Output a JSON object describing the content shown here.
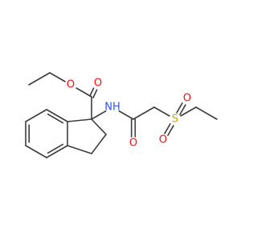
{
  "molecule": {
    "atoms": [
      {
        "id": "a_ch3_ester",
        "element": "C",
        "label": ""
      },
      {
        "id": "a_ch2_ester",
        "element": "C",
        "label": ""
      },
      {
        "id": "a_o_ether",
        "element": "O",
        "label": "O"
      },
      {
        "id": "a_c_carbonyl_ester",
        "element": "C",
        "label": ""
      },
      {
        "id": "a_o_carbonyl_ester",
        "element": "O",
        "label": "O"
      },
      {
        "id": "a_c1_quaternary",
        "element": "C",
        "label": ""
      },
      {
        "id": "a_n_amide",
        "element": "N",
        "label": "NH"
      },
      {
        "id": "a_c_carbonyl_amide",
        "element": "C",
        "label": ""
      },
      {
        "id": "a_o_carbonyl_amide",
        "element": "O",
        "label": "O"
      },
      {
        "id": "a_ch2_alpha",
        "element": "C",
        "label": ""
      },
      {
        "id": "a_s_sulfonyl",
        "element": "S",
        "label": "S"
      },
      {
        "id": "a_o_sulfonyl_top",
        "element": "O",
        "label": "O"
      },
      {
        "id": "a_o_sulfonyl_bottom",
        "element": "O",
        "label": "O"
      },
      {
        "id": "a_ch2_ethyl",
        "element": "C",
        "label": ""
      },
      {
        "id": "a_ch3_ethyl",
        "element": "C",
        "label": ""
      },
      {
        "id": "a_c7a",
        "element": "C",
        "label": ""
      },
      {
        "id": "a_c7",
        "element": "C",
        "label": ""
      },
      {
        "id": "a_c6",
        "element": "C",
        "label": ""
      },
      {
        "id": "a_c5",
        "element": "C",
        "label": ""
      },
      {
        "id": "a_c4",
        "element": "C",
        "label": ""
      },
      {
        "id": "a_c3a",
        "element": "C",
        "label": ""
      },
      {
        "id": "a_c3",
        "element": "C",
        "label": ""
      },
      {
        "id": "a_c2",
        "element": "C",
        "label": ""
      }
    ],
    "bonds": [
      {
        "from": "a_ch3_ester",
        "to": "a_ch2_ester",
        "order": 1
      },
      {
        "from": "a_ch2_ester",
        "to": "a_o_ether",
        "order": 1
      },
      {
        "from": "a_o_ether",
        "to": "a_c_carbonyl_ester",
        "order": 1
      },
      {
        "from": "a_c_carbonyl_ester",
        "to": "a_o_carbonyl_ester",
        "order": 2
      },
      {
        "from": "a_c_carbonyl_ester",
        "to": "a_c1_quaternary",
        "order": 1
      },
      {
        "from": "a_c1_quaternary",
        "to": "a_n_amide",
        "order": 1
      },
      {
        "from": "a_n_amide",
        "to": "a_c_carbonyl_amide",
        "order": 1
      },
      {
        "from": "a_c_carbonyl_amide",
        "to": "a_o_carbonyl_amide",
        "order": 2
      },
      {
        "from": "a_c_carbonyl_amide",
        "to": "a_ch2_alpha",
        "order": 1
      },
      {
        "from": "a_ch2_alpha",
        "to": "a_s_sulfonyl",
        "order": 1
      },
      {
        "from": "a_s_sulfonyl",
        "to": "a_o_sulfonyl_top",
        "order": 2
      },
      {
        "from": "a_s_sulfonyl",
        "to": "a_o_sulfonyl_bottom",
        "order": 2
      },
      {
        "from": "a_s_sulfonyl",
        "to": "a_ch2_ethyl",
        "order": 1
      },
      {
        "from": "a_ch2_ethyl",
        "to": "a_ch3_ethyl",
        "order": 1
      },
      {
        "from": "a_c1_quaternary",
        "to": "a_c7a",
        "order": 1
      },
      {
        "from": "a_c7a",
        "to": "a_c7",
        "order": 2
      },
      {
        "from": "a_c7",
        "to": "a_c6",
        "order": 1
      },
      {
        "from": "a_c6",
        "to": "a_c5",
        "order": 2
      },
      {
        "from": "a_c5",
        "to": "a_c4",
        "order": 1
      },
      {
        "from": "a_c4",
        "to": "a_c3a",
        "order": 2
      },
      {
        "from": "a_c3a",
        "to": "a_c7a",
        "order": 1
      },
      {
        "from": "a_c3a",
        "to": "a_c3",
        "order": 1
      },
      {
        "from": "a_c3",
        "to": "a_c2",
        "order": 1
      },
      {
        "from": "a_c2",
        "to": "a_c1_quaternary",
        "order": 1
      }
    ],
    "colors": {
      "bond": "#3c3c3c",
      "C": "#3c3c3c",
      "O": "#ff0d0d",
      "N": "#3050f8",
      "S": "#c6a800"
    }
  }
}
